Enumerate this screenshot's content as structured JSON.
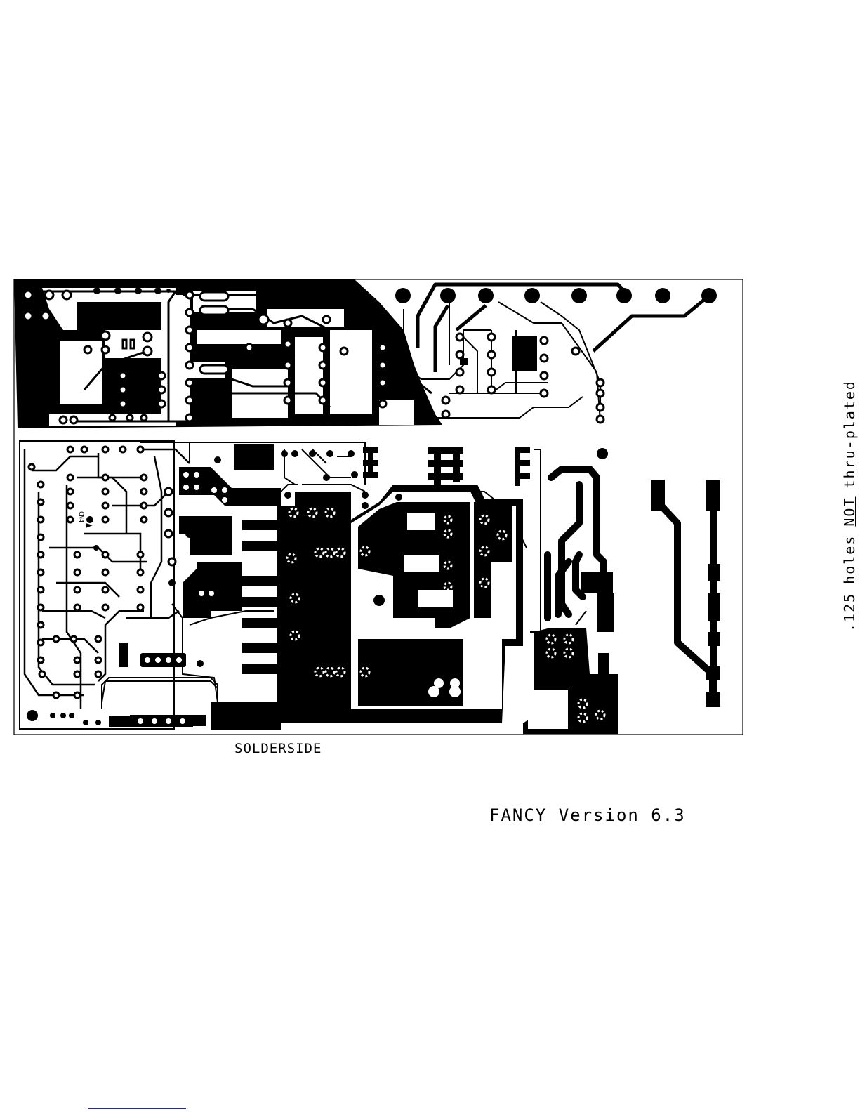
{
  "board_title": "SOLDERSIDE",
  "version_text": "FANCY Version 6.3",
  "drill_note": {
    "prefix": ".125",
    "word1": "holes",
    "emphasis": "NOT",
    "suffix": "thru-plated"
  },
  "board_label_cn4": "CN4",
  "colors": {
    "copper": "#000000",
    "substrate": "#ffffff",
    "link": "#1a1aff"
  }
}
